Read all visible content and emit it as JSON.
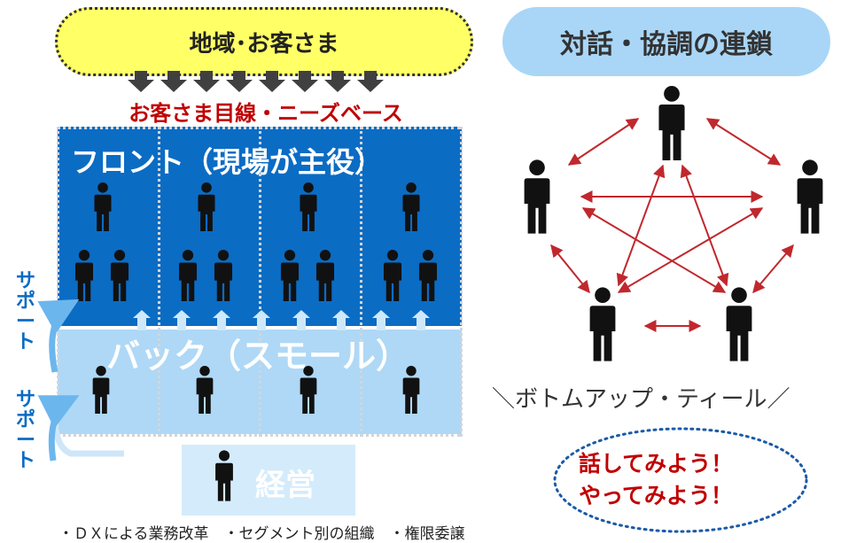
{
  "left": {
    "customers": "地域･お客さま",
    "needs": "お客さま目線・ニーズベース",
    "front": "フロント（現場が主役）",
    "back": "バック（スモール）",
    "management": "経営",
    "support_upper": [
      "サ",
      "ポ",
      "ー",
      "ト"
    ],
    "support_lower": [
      "サ",
      "ポ",
      "ー",
      "ト"
    ],
    "note": "・ＤＸによる業務改革　・セグメント別の組織　・権限委譲"
  },
  "right": {
    "title": "対話・協調の連鎖",
    "bottom_up": "＼ボトムアップ・ティール／",
    "bubble_line1": "話してみよう！",
    "bubble_line2": "やってみよう！"
  },
  "colors": {
    "front_blue": "#0b6cc4",
    "back_blue": "#aed8f6",
    "mgmt_blue": "#d4ebfb",
    "customer_yellow": "#ffff66",
    "accent_red": "#c00000",
    "title_pill": "#a9d6f7"
  },
  "icons": [
    "person-icon",
    "down-arrow-icon",
    "up-arrow-icon",
    "curved-arrow-icon",
    "double-arrow-icon"
  ]
}
